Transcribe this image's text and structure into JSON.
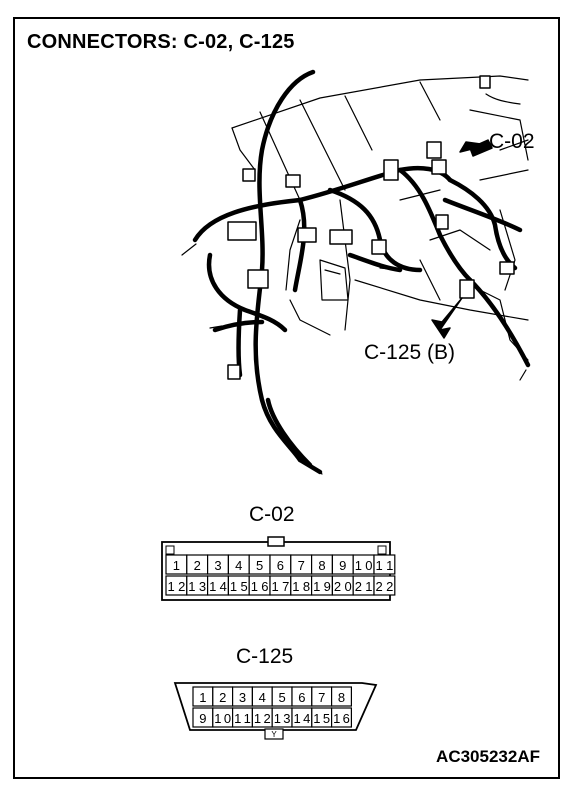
{
  "title": "CONNECTORS: C-02, C-125",
  "callouts": {
    "c02": "C-02",
    "c125": "C-125 (B)"
  },
  "connectors": [
    {
      "id": "c02",
      "label": "C-02",
      "top_row": [
        "1",
        "2",
        "3",
        "4",
        "5",
        "6",
        "7",
        "8",
        "9",
        "10",
        "11"
      ],
      "bottom_row": [
        "12",
        "13",
        "14",
        "15",
        "16",
        "17",
        "18",
        "19",
        "20",
        "21",
        "22"
      ]
    },
    {
      "id": "c125",
      "label": "C-125",
      "top_row": [
        "1",
        "2",
        "3",
        "4",
        "5",
        "6",
        "7",
        "8"
      ],
      "bottom_row": [
        "9",
        "10",
        "11",
        "12",
        "13",
        "14",
        "15",
        "16"
      ],
      "key_label": "Y"
    }
  ],
  "figure_code": "AC305232AF"
}
